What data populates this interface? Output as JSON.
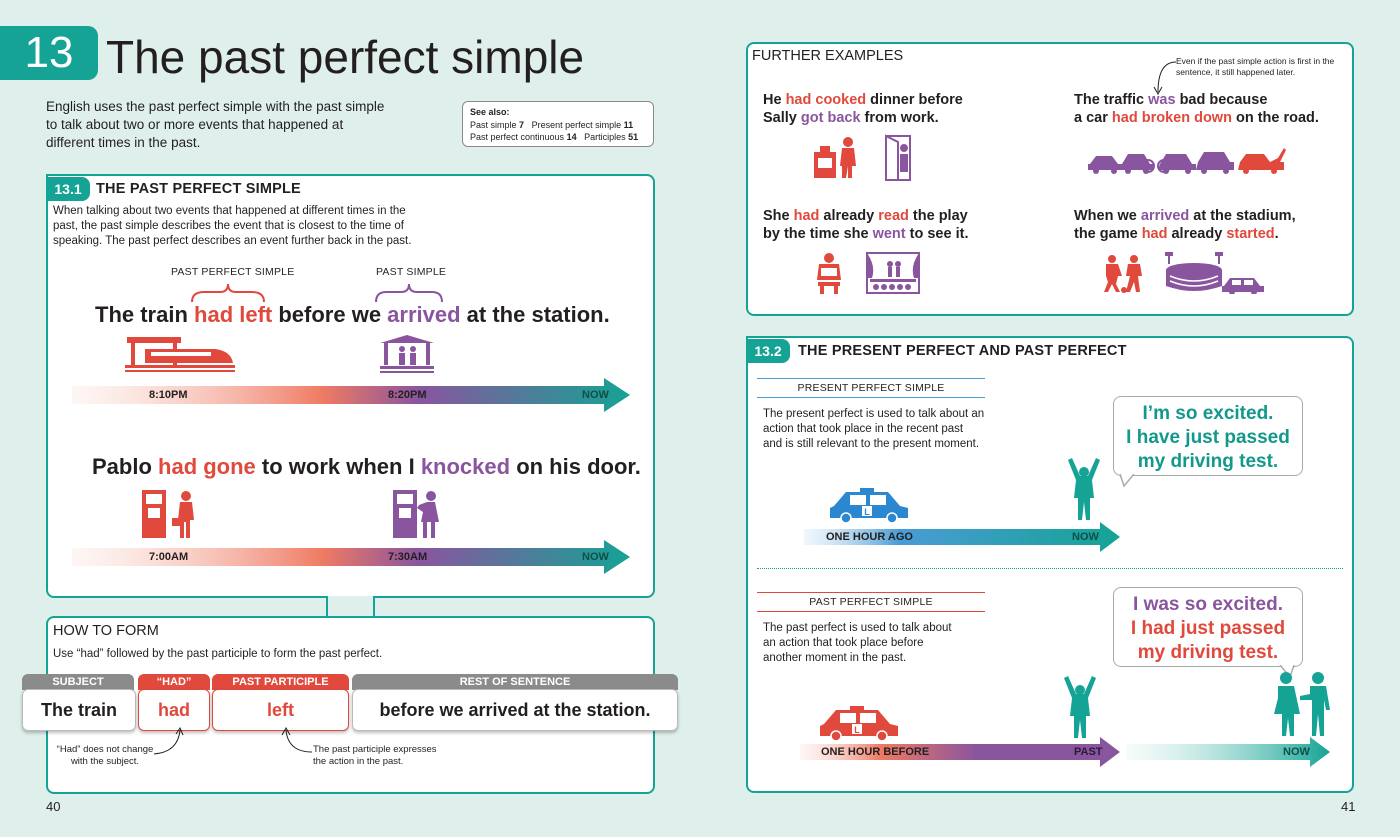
{
  "header": {
    "chapter_number": "13",
    "chapter_title": "The past perfect simple"
  },
  "intro": "English uses the past perfect simple with the past simple to talk about two or more events that happened at different times in the past.",
  "see_also": {
    "title": "See also:",
    "line1": [
      [
        "Past simple",
        "7"
      ],
      [
        "Present perfect simple",
        "11"
      ]
    ],
    "line2": [
      [
        "Past perfect continuous",
        "14"
      ],
      [
        "Participles",
        "51"
      ]
    ]
  },
  "section1": {
    "num": "13.1",
    "title": "THE PAST PERFECT SIMPLE",
    "desc": "When talking about two events that happened at different times in the past, the past simple describes the event that is closest to the time of speaking. The past perfect describes an event further back in the past.",
    "label_pp": "PAST PERFECT SIMPLE",
    "label_ps": "PAST SIMPLE",
    "s1": {
      "a": "The train ",
      "b": "had left",
      "c": " before we ",
      "d": "arrived",
      "e": " at the station."
    },
    "t1": {
      "a": "8:10PM",
      "b": "8:20PM",
      "c": "NOW"
    },
    "s2": {
      "a": "Pablo ",
      "b": "had gone",
      "c": " to work when I ",
      "d": "knocked",
      "e": " on his door."
    },
    "t2": {
      "a": "7:00AM",
      "b": "7:30AM",
      "c": "NOW"
    }
  },
  "howto": {
    "title": "HOW TO FORM",
    "desc": "Use “had” followed by the past participle to form the past perfect.",
    "caps": [
      "SUBJECT",
      "“HAD”",
      "PAST PARTICIPLE",
      "REST OF SENTENCE"
    ],
    "pieces": [
      "The train",
      "had",
      "left",
      "before we arrived at the station."
    ],
    "note1": "“Had” does not change with the subject.",
    "note2": "The past participle expresses the action in the past."
  },
  "further": {
    "title": "FURTHER EXAMPLES",
    "note": "Even if the past simple action is first in the sentence, it still happened later.",
    "ex1": {
      "a": "He ",
      "b": "had cooked",
      "c": " dinner before",
      "d": "Sally ",
      "e": "got back",
      "f": " from work."
    },
    "ex2": {
      "a": "The traffic ",
      "b": "was",
      "c": " bad because",
      "d": "a car ",
      "e": "had broken down",
      "f": " on the road."
    },
    "ex3": {
      "a": "She ",
      "b": "had",
      "c": " already ",
      "d": "read",
      "e": " the play",
      "f": "by the time she ",
      "g": "went",
      "h": " to see it."
    },
    "ex4": {
      "a": "When we ",
      "b": "arrived",
      "c": " at the stadium,",
      "d": "the game ",
      "e": "had",
      "f": " already ",
      "g": "started",
      "h": "."
    }
  },
  "section2": {
    "num": "13.2",
    "title": "THE PRESENT PERFECT AND PAST PERFECT",
    "pp_label": "PRESENT PERFECT SIMPLE",
    "pp_desc": "The present perfect is used to talk about an action that took place in the recent past and is still relevant to the present moment.",
    "bubble1": [
      "I’m so excited.",
      "I have just passed",
      "my driving test."
    ],
    "t1": {
      "a": "ONE HOUR AGO",
      "b": "NOW"
    },
    "past_label": "PAST PERFECT SIMPLE",
    "past_desc": "The past perfect is used to talk about an action that took place before another moment in the past.",
    "bubble2": [
      "I was so excited.",
      "I had just passed",
      "my driving test."
    ],
    "t2": {
      "a": "ONE HOUR BEFORE",
      "b": "PAST",
      "c": "NOW"
    }
  },
  "pages": {
    "left": "40",
    "right": "41"
  }
}
